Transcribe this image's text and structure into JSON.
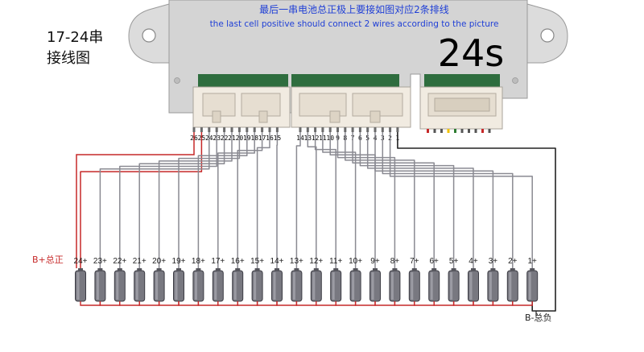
{
  "side_title": {
    "line1": "17-24串",
    "line2": "接线图"
  },
  "header": {
    "title_cn": "最后一串电池总正极上要接如图对应2条排线",
    "title_en": "the last cell positive should connect 2 wires according to the picture"
  },
  "series_label": "24s",
  "connector_pins": {
    "left": [
      "26",
      "25",
      "24",
      "23",
      "22",
      "21",
      "20",
      "19",
      "18",
      "17",
      "16",
      "15"
    ],
    "right": [
      "14",
      "13",
      "12",
      "11",
      "10",
      "9",
      "8",
      "7",
      "6",
      "5",
      "4",
      "3",
      "2",
      "1"
    ]
  },
  "cells": [
    "24+",
    "23+",
    "22+",
    "21+",
    "20+",
    "19+",
    "18+",
    "17+",
    "16+",
    "15+",
    "14+",
    "13+",
    "12+",
    "11+",
    "10+",
    "9+",
    "8+",
    "7+",
    "6+",
    "5+",
    "4+",
    "3+",
    "2+",
    "1+"
  ],
  "battery_terminals": {
    "positive": "B+总正",
    "negative": "B-总负"
  },
  "colors": {
    "positive_wire": "#c62828",
    "balance_wire": "#8a8a92",
    "negative_wire": "#222222",
    "header_text": "#1f3fd6",
    "board": "#d6d6d6"
  }
}
